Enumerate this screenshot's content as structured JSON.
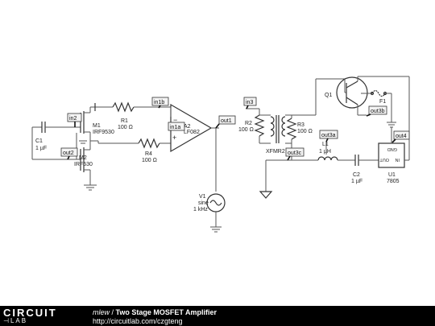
{
  "footer": {
    "logo_top": "CIRCUIT",
    "logo_bottom_symbol": "⊣",
    "logo_bottom": "LAB",
    "author": "mlew",
    "separator": " / ",
    "title": "Two Stage MOSFET Amplifier",
    "url": "http://circuitlab.com/czgteng"
  },
  "labels": {
    "C1_name": "C1",
    "C1_value": "1 µF",
    "M1_name": "M1",
    "M1_part": "IRF9530",
    "M2_name": "M2",
    "M2_part": "IRF530",
    "R1_name": "R1",
    "R1_value": "100 Ω",
    "R4_name": "R4",
    "R4_value": "100 Ω",
    "A2_name": "A2",
    "A2_part": "LF082",
    "V1_name": "V1",
    "V1_type": "sine",
    "V1_value": "1 kHz",
    "R2_name": "R2",
    "R2_value": "100 Ω",
    "R3_name": "R3",
    "R3_value": "100 Ω",
    "XFMR_name": "XFMR2",
    "L1_name": "L1",
    "L1_value": "1 µH",
    "C2_name": "C2",
    "C2_value": "1 µF",
    "Q1_name": "Q1",
    "F1_name": "F1",
    "U1_name": "U1",
    "U1_part": "7805",
    "U1_gnd": "GND",
    "U1_in": "IN",
    "U1_out": "OUT"
  },
  "tags": {
    "in2": "in2",
    "in1b": "in1b",
    "in1a": "in1a",
    "out1": "out1",
    "out2": "out2",
    "in3": "in3",
    "out3a": "out3a",
    "out3b": "out3b",
    "out3c": "out3c",
    "out4": "out4"
  }
}
